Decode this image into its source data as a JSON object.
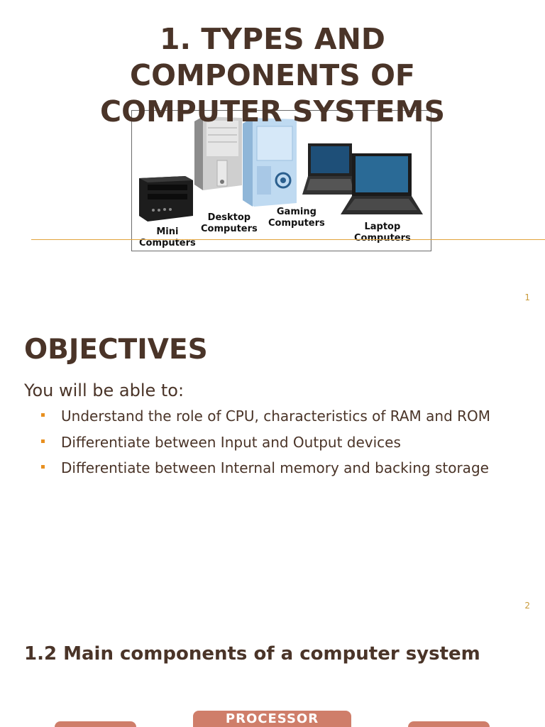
{
  "slide1": {
    "title_lines": [
      "1. TYPES AND",
      "COMPONENTS OF",
      "COMPUTER SYSTEMS"
    ],
    "captions": {
      "mini": [
        "Mini",
        "Computers"
      ],
      "desktop": [
        "Desktop",
        "Computers"
      ],
      "gaming": [
        "Gaming",
        "Computers"
      ],
      "laptop": [
        "Laptop",
        "Computers"
      ]
    },
    "slide_number": "1"
  },
  "slide2": {
    "title": "OBJECTIVES",
    "lead": "You will be able to:",
    "items": [
      "Understand the role of CPU, characteristics of RAM and ROM",
      "Differentiate between Input and Output devices",
      "Differentiate between Internal memory and backing storage"
    ],
    "slide_number": "2"
  },
  "slide3": {
    "title": "1.2 Main components of a computer system",
    "processor_label": "PROCESSOR"
  },
  "colors": {
    "text": "#4a3428",
    "accent_rule": "#e2a33c",
    "bullet": "#e89020",
    "box_fill": "#cf7e6a"
  }
}
